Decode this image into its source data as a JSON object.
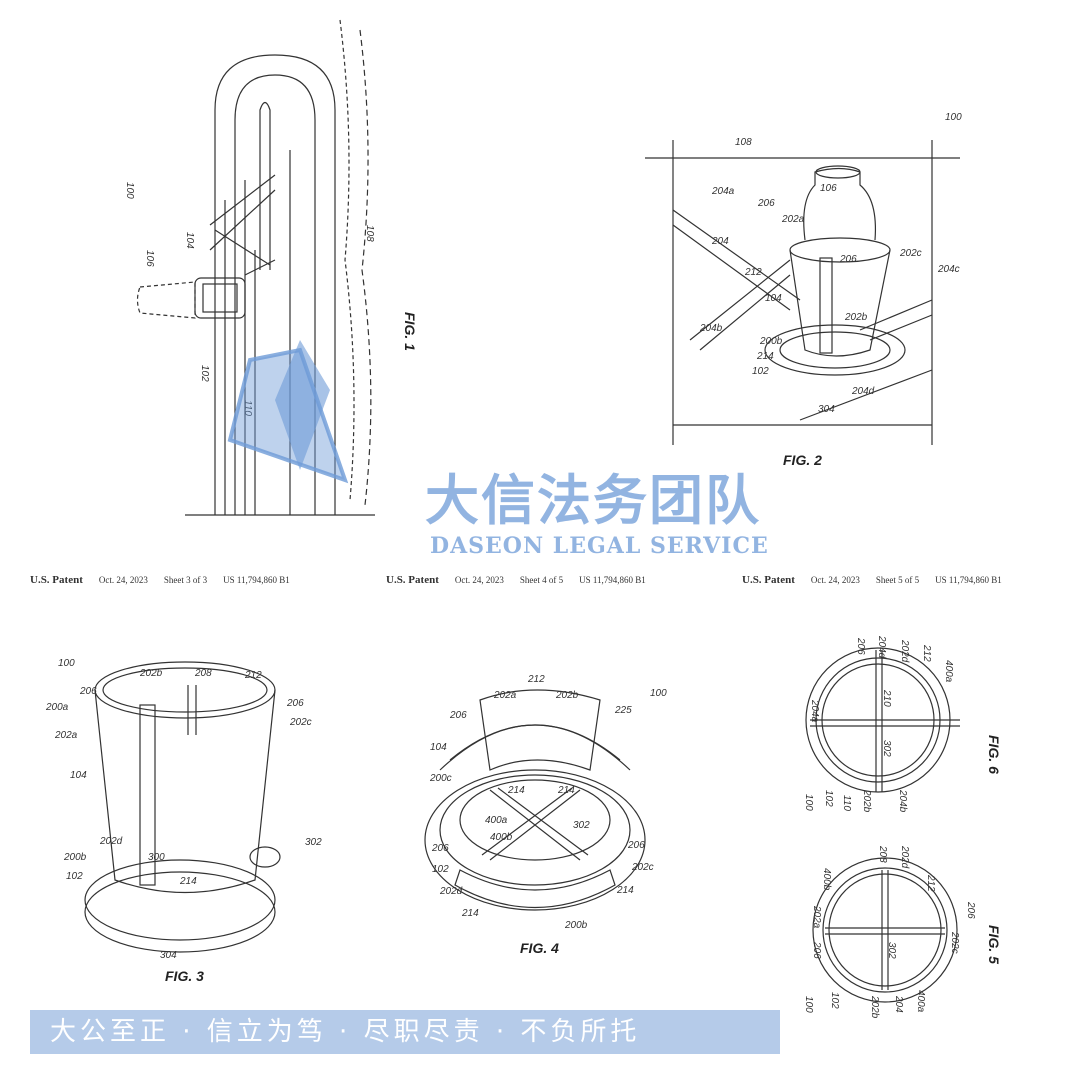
{
  "fig1": {
    "title": "FIG. 1",
    "labels": [
      "100",
      "106",
      "104",
      "102",
      "110",
      "108"
    ]
  },
  "fig2": {
    "title": "FIG. 2",
    "labels": [
      "100",
      "108",
      "106",
      "206",
      "202a",
      "204a",
      "204",
      "212",
      "104",
      "206",
      "202c",
      "204c",
      "202b",
      "204b",
      "200b",
      "214",
      "102",
      "204d",
      "304"
    ]
  },
  "headers": [
    {
      "title": "U.S. Patent",
      "date": "Oct. 24, 2023",
      "sheet": "Sheet 3 of 3",
      "number": "US 11,794,860 B1"
    },
    {
      "title": "U.S. Patent",
      "date": "Oct. 24, 2023",
      "sheet": "Sheet 4 of 5",
      "number": "US 11,794,860 B1"
    },
    {
      "title": "U.S. Patent",
      "date": "Oct. 24, 2023",
      "sheet": "Sheet 5 of 5",
      "number": "US 11,794,860 B1"
    }
  ],
  "fig3": {
    "title": "FIG. 3",
    "labels": [
      "100",
      "200a",
      "206",
      "202a",
      "104",
      "202d",
      "200b",
      "102",
      "202b",
      "208",
      "212",
      "206",
      "202c",
      "300",
      "214",
      "302",
      "304"
    ]
  },
  "fig4": {
    "title": "FIG. 4",
    "labels": [
      "100",
      "206",
      "202a",
      "212",
      "202b",
      "225",
      "104",
      "200c",
      "214",
      "214",
      "400a",
      "400b",
      "302",
      "206",
      "102",
      "202d",
      "214",
      "206",
      "202c",
      "214",
      "200b"
    ]
  },
  "fig6": {
    "title": "FIG. 6",
    "labels": [
      "206",
      "204d",
      "202d",
      "212",
      "400a",
      "210",
      "302",
      "204a",
      "204b",
      "202b",
      "110",
      "102",
      "100"
    ]
  },
  "fig5": {
    "title": "FIG. 5",
    "labels": [
      "400b",
      "208",
      "202d",
      "212",
      "202a",
      "206",
      "302",
      "206",
      "202c",
      "100",
      "102",
      "202b",
      "204",
      "400a"
    ]
  },
  "watermark": {
    "name_cn": "大信法务团队",
    "name_en": "DASEON LEGAL SERVICE",
    "motto": "大公至正 · 信立为笃 · 尽职尽责 · 不负所托"
  },
  "colors": {
    "watermark": "#7aa0d6",
    "ink": "#222222"
  }
}
